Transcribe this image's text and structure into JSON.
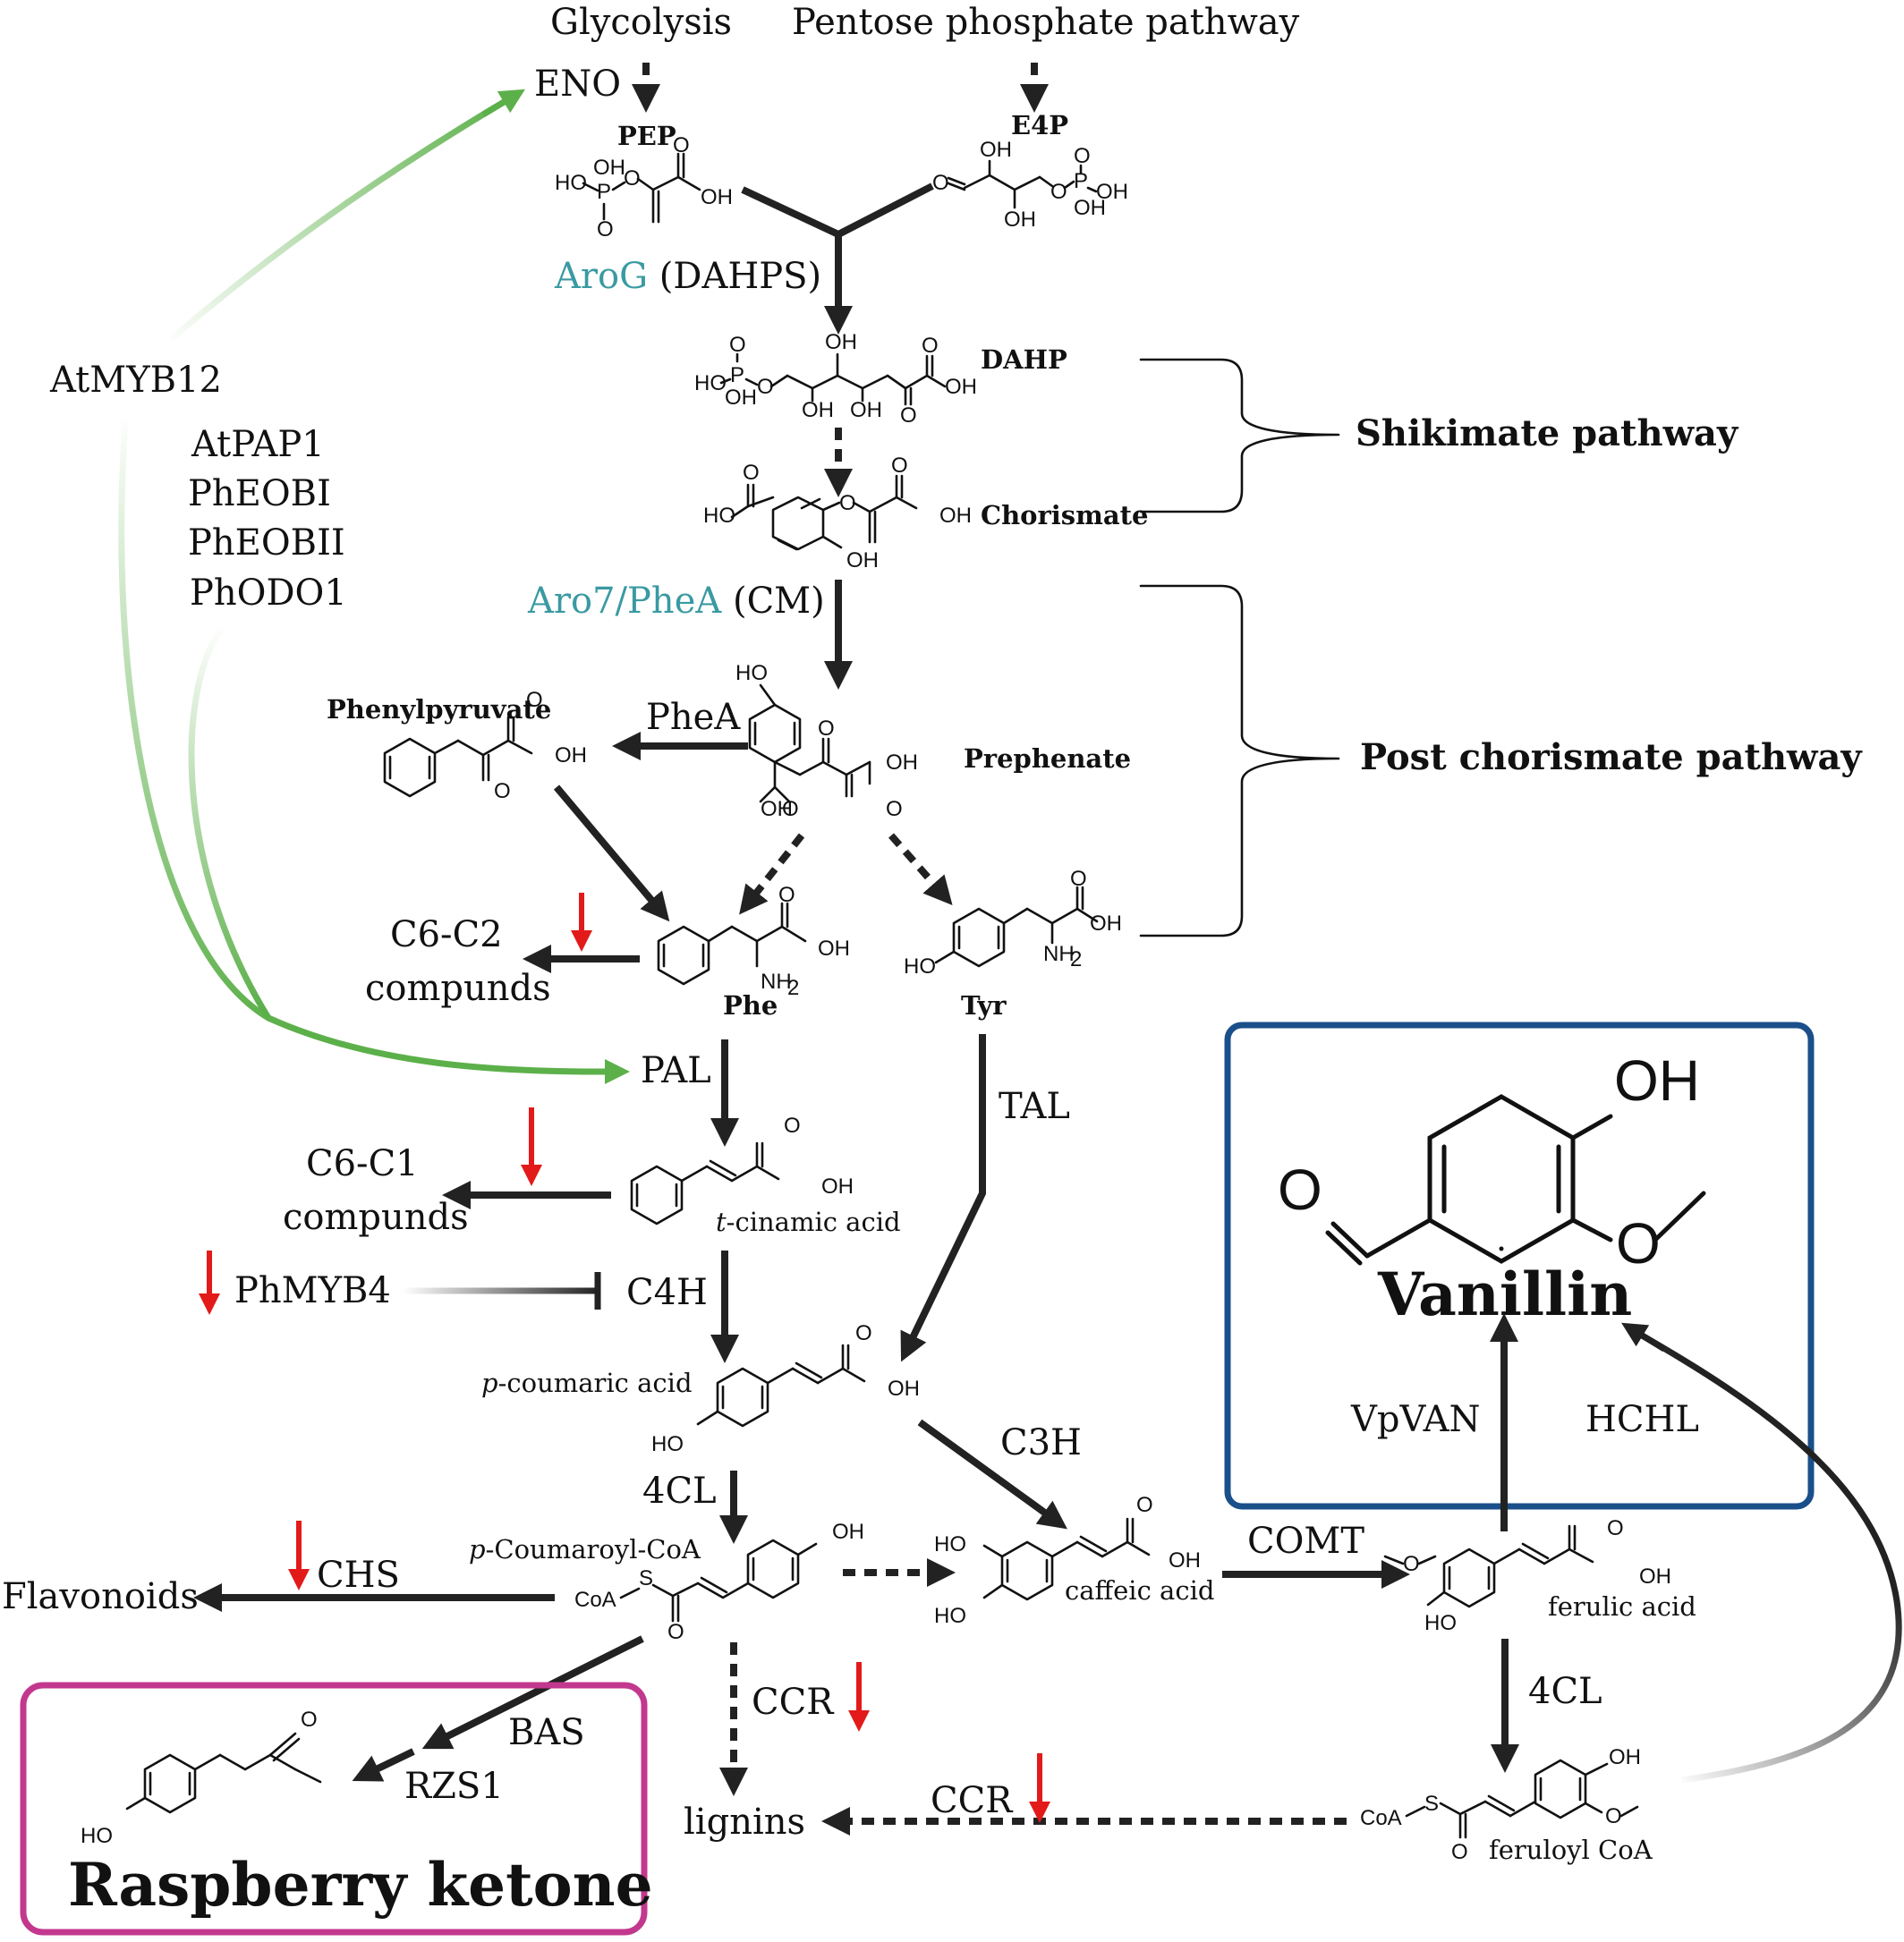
{
  "sources": {
    "glycolysis": "Glycolysis",
    "ppp": "Pentose phosphate pathway"
  },
  "metabolites": {
    "pep": "PEP",
    "e4p": "E4P",
    "dahp": "DAHP",
    "chorismate": "Chorismate",
    "prephenate": "Prephenate",
    "phenylpyruvate": "Phenylpyruvate",
    "phe": "Phe",
    "tyr": "Tyr",
    "cinamic_prefix": "t",
    "cinamic_rest": "-cinamic acid",
    "coumaric_prefix": "p",
    "coumaric_rest": "-coumaric acid",
    "coumaroyl_prefix": "p",
    "coumaroyl_rest": "-Coumaroyl-CoA",
    "caffeic": "caffeic acid",
    "ferulic": "ferulic acid",
    "feruloyl": "feruloyl CoA"
  },
  "enzymes": {
    "eno": "ENO",
    "arog": "AroG",
    "dahps": " (DAHPS)",
    "aro7": "Aro7/PheA",
    "cm": " (CM)",
    "phea": "PheA",
    "pal": "PAL",
    "c4h": "C4H",
    "tal": "TAL",
    "c3h": "C3H",
    "4cl_1": "4CL",
    "4cl_2": "4CL",
    "chs": "CHS",
    "comt": "COMT",
    "ccr_1": "CCR",
    "ccr_2": "CCR",
    "vpvan": "VpVAN",
    "hchl": "HCHL",
    "bas": "BAS",
    "rzs1": "RZS1",
    "phmyb4": "PhMYB4"
  },
  "regulators": {
    "atmyb12": "AtMYB12",
    "list": [
      "AtPAP1",
      "PhEOBI",
      "PhEOBII",
      "PhODO1"
    ]
  },
  "pathways": {
    "shikimate": "Shikimate pathway",
    "post": "Post chorismate pathway"
  },
  "branches": {
    "c6c2_a": "C6-C2",
    "c6c2_b": "compunds",
    "c6c1_a": "C6-C1",
    "c6c1_b": "compunds",
    "flavonoids": "Flavonoids",
    "lignins": "lignins"
  },
  "products": {
    "vanillin": "Vanillin",
    "raspberry": "Raspberry ketone"
  },
  "atoms": {
    "oh": "OH",
    "ho": "HO",
    "o": "O",
    "p": "P",
    "nh2": "NH",
    "sub2": "2",
    "s": "S",
    "coa": "CoA"
  },
  "colors": {
    "teal": "#3a9aa2",
    "green": "#5cb04a",
    "orange": "#e8882a",
    "blue": "#1a4f8a",
    "magenta": "#c2388e",
    "red": "#e21a1a",
    "black": "#222222"
  }
}
